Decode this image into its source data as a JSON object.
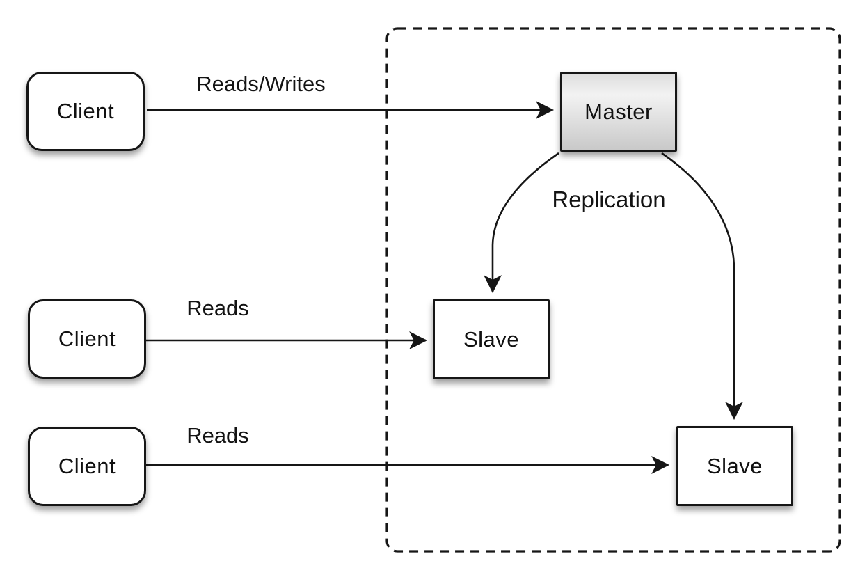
{
  "diagram": {
    "kind": "master-slave-replication-architecture",
    "boundary": {
      "description": "dashed replication cluster boundary"
    },
    "nodes": {
      "clients": [
        {
          "id": "client-1",
          "label": "Client"
        },
        {
          "id": "client-2",
          "label": "Client"
        },
        {
          "id": "client-3",
          "label": "Client"
        }
      ],
      "master": {
        "id": "master",
        "label": "Master"
      },
      "slaves": [
        {
          "id": "slave-1",
          "label": "Slave"
        },
        {
          "id": "slave-2",
          "label": "Slave"
        }
      ]
    },
    "edges": [
      {
        "from": "client-1",
        "to": "master",
        "label": "Reads/Writes"
      },
      {
        "from": "client-2",
        "to": "slave-1",
        "label": "Reads"
      },
      {
        "from": "client-3",
        "to": "slave-2",
        "label": "Reads"
      },
      {
        "from": "master",
        "to": "slave-1",
        "label": "Replication"
      },
      {
        "from": "master",
        "to": "slave-2",
        "label": ""
      }
    ],
    "colors": {
      "background": "#ffffff",
      "line": "#161616",
      "node_fill": "#ffffff",
      "master_fill_top": "#dedede",
      "master_fill_bottom": "#c9c9c9",
      "text": "#111111"
    }
  }
}
